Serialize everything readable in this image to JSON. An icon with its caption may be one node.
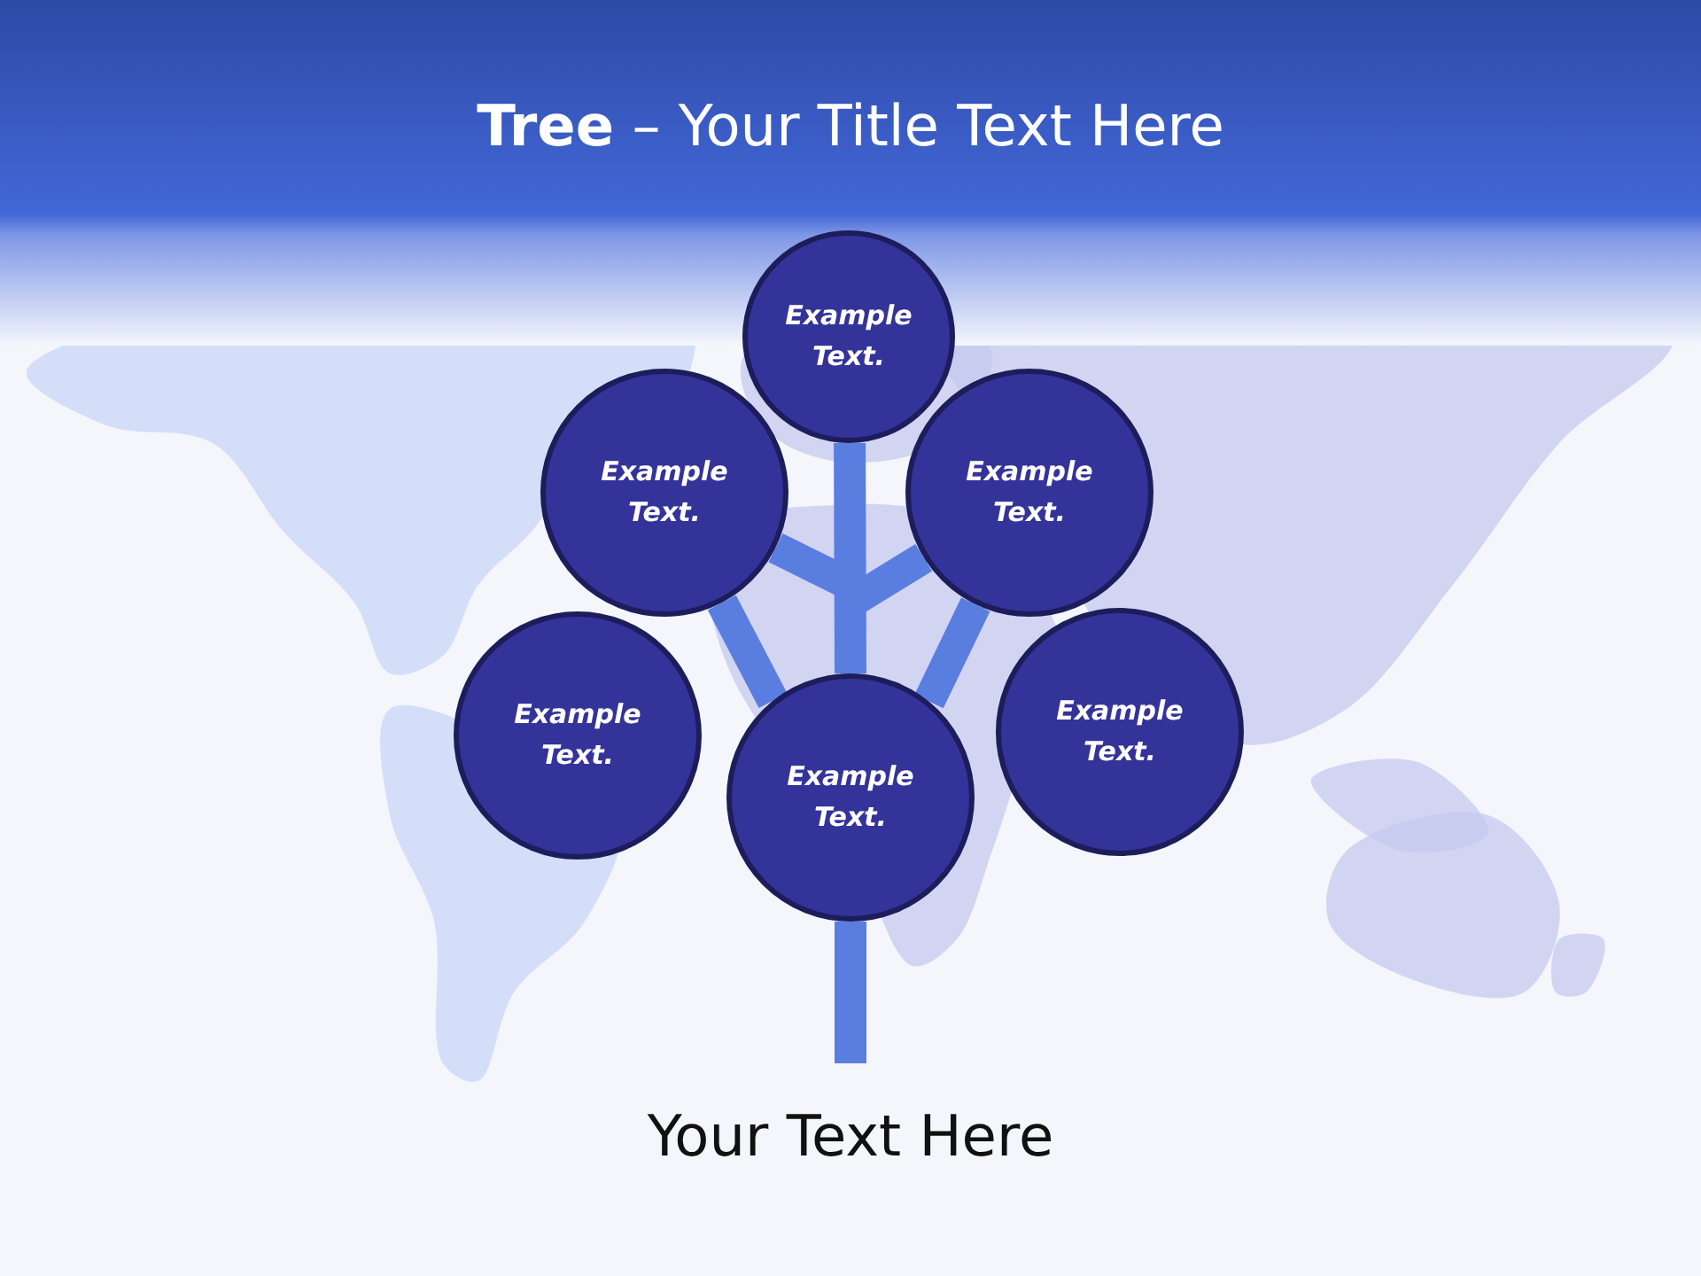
{
  "diagram": {
    "title": "**Tree** – Your Title Text Here",
    "caption": "Your Text Here",
    "nodes": [
      {
        "text": [
          "Example Text."
        ]
      },
      {
        "text": [
          "Example Text."
        ]
      },
      {
        "text": [
          "Example Text."
        ]
      },
      {
        "text": [
          "Example Text."
        ]
      },
      {
        "text": [
          "Example Text."
        ]
      },
      {
        "text": [
          "Example Text."
        ]
      }
    ],
    "edges": [
      {
        "from": 4,
        "to": 0,
        "arrow": "none"
      },
      {
        "from": 4,
        "to": 1,
        "arrow": "none"
      },
      {
        "from": 4,
        "to": 2,
        "arrow": "none"
      },
      {
        "from": null,
        "to": 1,
        "arrow": "none"
      },
      {
        "from": null,
        "to": 2,
        "arrow": "none"
      },
      {
        "from": 4,
        "to": null,
        "arrow": "none"
      }
    ]
  }
}
